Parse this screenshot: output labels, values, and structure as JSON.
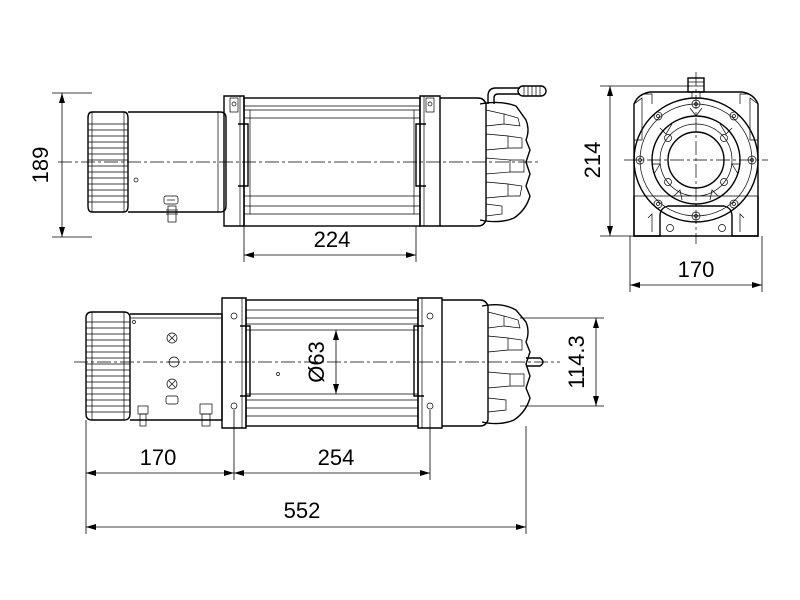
{
  "dimensions": {
    "height_189": "189",
    "width_224": "224",
    "height_214": "214",
    "width_170_side": "170",
    "drum_dia": "Ø63",
    "height_114_3": "114.3",
    "motor_170": "170",
    "drum_254": "254",
    "total_552": "552"
  },
  "colors": {
    "line": "#000000",
    "background": "#ffffff"
  }
}
